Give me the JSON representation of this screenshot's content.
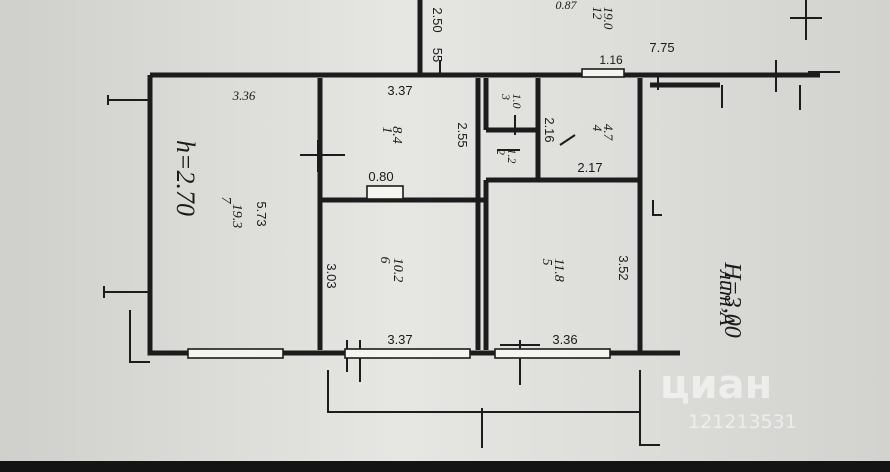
{
  "floor_plan": {
    "lit_label": "лит A",
    "height_label": "H=3,00",
    "rooms": [
      {
        "id": "7",
        "area": "19.3",
        "height": "h=2.70",
        "dims": [
          "3.36",
          "5.73"
        ]
      },
      {
        "id": "1",
        "area": "8.4",
        "dims": [
          "3.37",
          "2.55",
          "0.80"
        ]
      },
      {
        "id": "6",
        "area": "10.2",
        "dims": [
          "3.03",
          "3.37"
        ]
      },
      {
        "id": "3",
        "area": "1.0"
      },
      {
        "id": "2",
        "area": "1.2"
      },
      {
        "id": "4",
        "area": "4.7",
        "dims": [
          "2.16",
          "2.17"
        ]
      },
      {
        "id": "5",
        "area": "11.8",
        "dims": [
          "3.52",
          "3.36"
        ]
      },
      {
        "id": "12",
        "area": "19.0",
        "dims": [
          "0.87"
        ]
      }
    ],
    "top_dims": [
      "2.50",
      "55",
      "1.16",
      "7.75"
    ],
    "watermark": {
      "brand": "циан",
      "code": "121213531"
    }
  }
}
